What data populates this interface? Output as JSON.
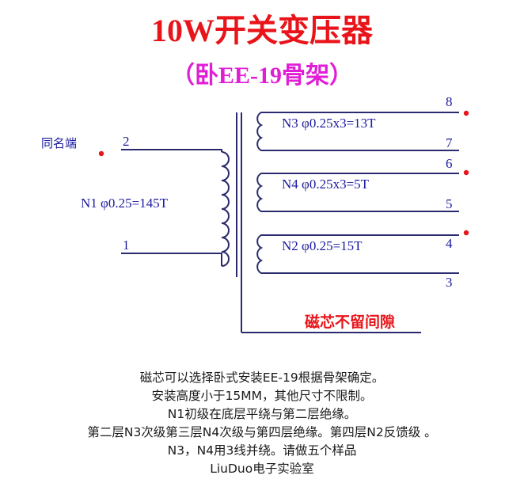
{
  "title": "10W开关变压器",
  "subtitle": "（卧EE-19骨架）",
  "colors": {
    "title": "#e8141a",
    "subtitle": "#e01ed6",
    "wire": "#2a2a6e",
    "label": "#1a1aa0",
    "dot": "#e8141a",
    "core_note": "#e8141a"
  },
  "diagram": {
    "dot_label": "同名端",
    "primary": {
      "label": "N1  φ0.25=145T",
      "pin_top": "2",
      "pin_bottom": "1"
    },
    "secondaries": [
      {
        "label": "N3   φ0.25x3=13T",
        "pin_top": "8",
        "pin_bottom": "7"
      },
      {
        "label": "N4  φ0.25x3=5T",
        "pin_top": "6",
        "pin_bottom": "5"
      },
      {
        "label": "N2 φ0.25=15T",
        "pin_top": "4",
        "pin_bottom": "3"
      }
    ],
    "core_note": "磁芯不留间隙"
  },
  "notes": [
    "磁芯可以选择卧式安装EE-19根据骨架确定。",
    "安装高度小于15MM，其他尺寸不限制。",
    "N1初级在底层平绕与第二层绝缘。",
    "第二层N3次级第三层N4次级与第四层绝缘。第四层N2反馈级 。",
    "N3，N4用3线并绕。请做五个样品",
    "LiuDuo电子实验室"
  ]
}
